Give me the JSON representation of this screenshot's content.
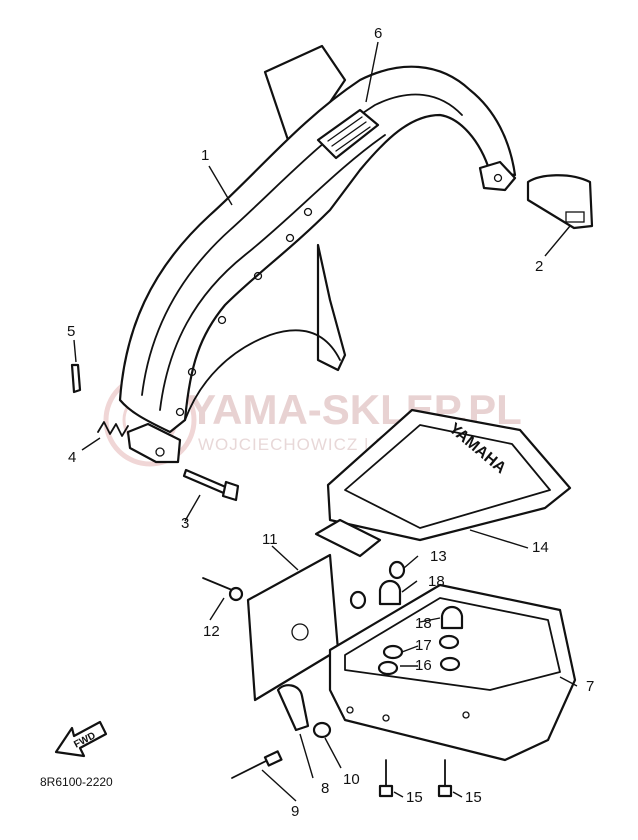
{
  "callouts": [
    {
      "id": "1",
      "label": "1"
    },
    {
      "id": "2",
      "label": "2"
    },
    {
      "id": "3",
      "label": "3"
    },
    {
      "id": "4",
      "label": "4"
    },
    {
      "id": "5",
      "label": "5"
    },
    {
      "id": "6",
      "label": "6"
    },
    {
      "id": "7",
      "label": "7"
    },
    {
      "id": "8",
      "label": "8"
    },
    {
      "id": "9",
      "label": "9"
    },
    {
      "id": "10",
      "label": "10"
    },
    {
      "id": "11",
      "label": "11"
    },
    {
      "id": "12",
      "label": "12"
    },
    {
      "id": "13",
      "label": "13"
    },
    {
      "id": "14",
      "label": "14"
    },
    {
      "id": "15a",
      "label": "15"
    },
    {
      "id": "15b",
      "label": "15"
    },
    {
      "id": "16",
      "label": "16"
    },
    {
      "id": "17",
      "label": "17"
    },
    {
      "id": "18a",
      "label": "18"
    },
    {
      "id": "18b",
      "label": "18"
    }
  ],
  "diagram_code": "8R6100-2220",
  "fwd_arrow_label": "FWD",
  "box_emboss": "YAMAHA",
  "watermark": {
    "brand": "YAMA-SKLEP.PL",
    "subtitle": "WOJCIECHOWICZ | DEALER YAMAHA"
  }
}
